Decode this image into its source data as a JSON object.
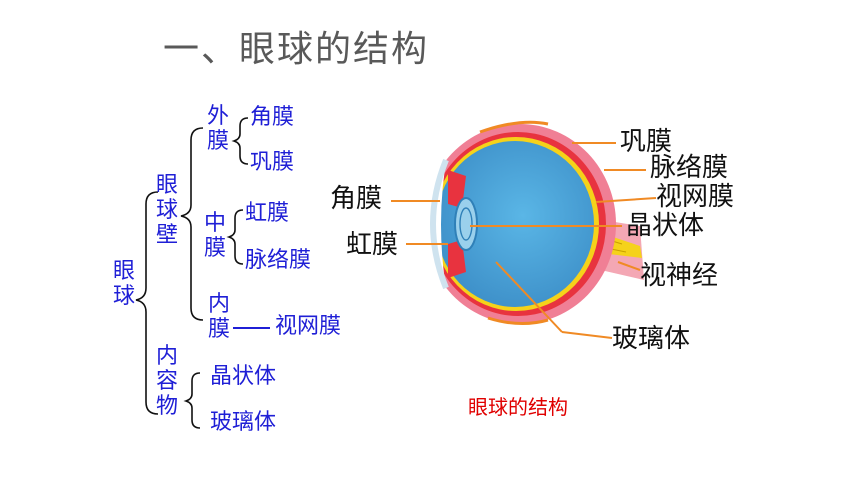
{
  "title": "一、眼球的结构",
  "tree": {
    "root": "眼球",
    "wall": "眼球壁",
    "outer": "外膜",
    "cornea": "角膜",
    "sclera": "巩膜",
    "middle": "中膜",
    "iris": "虹膜",
    "choroid": "脉络膜",
    "inner": "内膜",
    "retina": "视网膜",
    "contents": "内容物",
    "lens": "晶状体",
    "vitreous": "玻璃体"
  },
  "diagram": {
    "labels": {
      "cornea": "角膜",
      "iris": "虹膜",
      "sclera": "巩膜",
      "choroid": "脉络膜",
      "retina": "视网膜",
      "lens": "晶状体",
      "optic_nerve": "视神经",
      "vitreous": "玻璃体"
    },
    "caption": "眼球的结构"
  },
  "colors": {
    "tree_text": "#1f1fd6",
    "title": "#595959",
    "caption": "#e00000",
    "leader_line": "#f08a24",
    "vitreous": "#4aa3d8",
    "sclera": "#f07f95",
    "choroid": "#e8333f",
    "retina": "#f5d21a"
  }
}
